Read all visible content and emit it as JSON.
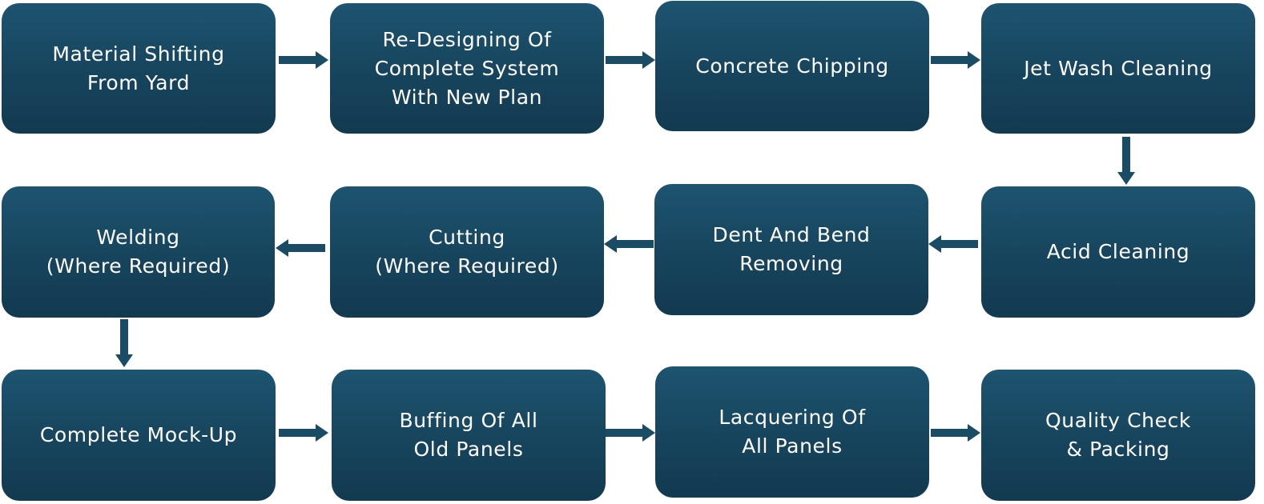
{
  "colors": {
    "box_fill_top": "#1d5470",
    "box_fill_bottom": "#123a51",
    "arrow": "#1b4c66",
    "text": "#ffffff"
  },
  "steps": [
    {
      "label": "Material Shifting\nFrom Yard"
    },
    {
      "label": "Re-Designing Of\nComplete System\nWith New Plan"
    },
    {
      "label": "Concrete Chipping"
    },
    {
      "label": "Jet Wash Cleaning"
    },
    {
      "label": "Acid Cleaning"
    },
    {
      "label": "Dent And Bend\nRemoving"
    },
    {
      "label": "Cutting\n(Where Required)"
    },
    {
      "label": "Welding\n(Where Required)"
    },
    {
      "label": "Complete Mock-Up"
    },
    {
      "label": "Buffing Of All\nOld Panels"
    },
    {
      "label": "Lacquering Of\nAll Panels"
    },
    {
      "label": "Quality Check\n& Packing"
    }
  ]
}
